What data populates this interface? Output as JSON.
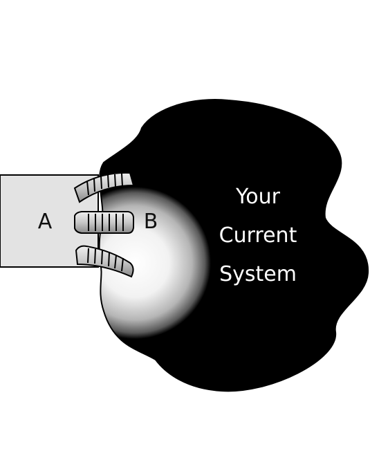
{
  "diagram": {
    "box_label": "A",
    "interface_label": "B",
    "system_label_lines": [
      "Your",
      "Current",
      "System"
    ]
  },
  "colors": {
    "box_fill": "#e3e3e3",
    "outline": "#000000",
    "system_dark": "#000000",
    "system_light": "#ffffff",
    "clamp_fill": "#cfcfcf"
  }
}
